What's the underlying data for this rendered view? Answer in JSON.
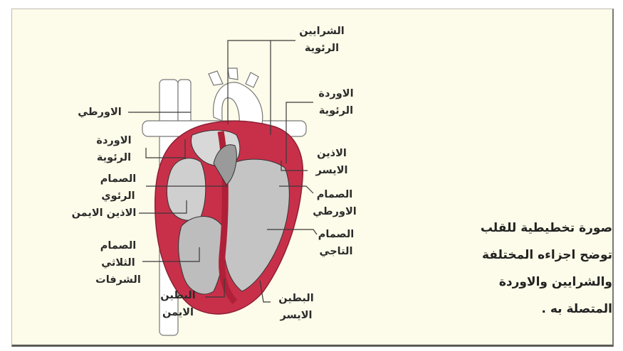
{
  "diagram": {
    "labels": {
      "pulmonary_arteries": [
        "الشرايين",
        "الرئوية"
      ],
      "pulmonary_veins_right": [
        "الاوردة",
        "الرئوية"
      ],
      "aorta": "الاورطي",
      "pulmonary_veins_left": [
        "الاوردة",
        "الرئوية"
      ],
      "left_atrium": [
        "الاذين",
        "الايسر"
      ],
      "pulmonary_valve": [
        "الصمام",
        "الرئوي"
      ],
      "aortic_valve": [
        "الصمام",
        "الاورطي"
      ],
      "right_atrium": "الاذين الايمن",
      "mitral_valve": [
        "الصمام",
        "التاجي"
      ],
      "tricuspid_valve": [
        "الصمام",
        "الثلاثي",
        "الشرفات"
      ],
      "right_ventricle": [
        "البطين",
        "الايمن"
      ],
      "left_ventricle": [
        "البطين",
        "الايسر"
      ]
    },
    "caption": [
      "صورة تخطيطية للقلب",
      "توضح اجزاءه المختلفة",
      "والشرايين والاوردة",
      "المتصلة به ."
    ]
  },
  "colors": {
    "panel_background": "#fdfbe9",
    "heart_wall": "#c8304a",
    "vessel_fill": "#ffffff",
    "text": "#2b2b2b"
  }
}
